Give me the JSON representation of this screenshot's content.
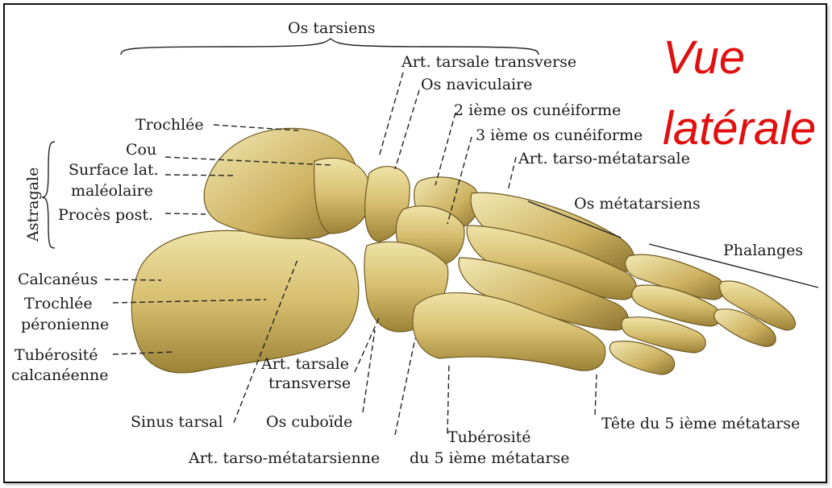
{
  "title": {
    "line1": "Vue",
    "line2": "latérale"
  },
  "colors": {
    "bone": "#d9c47a",
    "bone_shadow": "#a38a3e",
    "title_red": "#e01010"
  },
  "groups": {
    "tarsiens": "Os tarsiens",
    "astragale": "Astragale",
    "metatarsiens": "Os métatarsiens",
    "phalanges": "Phalanges"
  },
  "labels": {
    "art_tarsale_transverse_top": "Art. tarsale transverse",
    "os_naviculaire": "Os naviculaire",
    "cuneiforme2": "2 ième os cunéiforme",
    "cuneiforme3": "3 ième os cunéiforme",
    "art_tarso_metatarsale": "Art. tarso-métatarsale",
    "trochlee": "Trochlée",
    "cou": "Cou",
    "surface_lat": "Surface lat.",
    "maleolaire": "maléolaire",
    "proces_post": "Procès post.",
    "calcaneus": "Calcanéus",
    "trochlee_per1": "Trochlée",
    "trochlee_per2": "péronienne",
    "tuberosite_calc1": "Tubérosité",
    "tuberosite_calc2": "calcanéenne",
    "sinus_tarsal": "Sinus tarsal",
    "art_tarsale_bottom1": "Art. tarsale",
    "art_tarsale_bottom2": "transverse",
    "os_cuboide": "Os cuboïde",
    "art_tarso_metatarsienne": "Art. tarso-métatarsienne",
    "tuberosite_5_1": "Tubérosité",
    "tuberosite_5_2": "du 5 ième métatarse",
    "tete_5": "Tête du 5 ième métatarse"
  }
}
